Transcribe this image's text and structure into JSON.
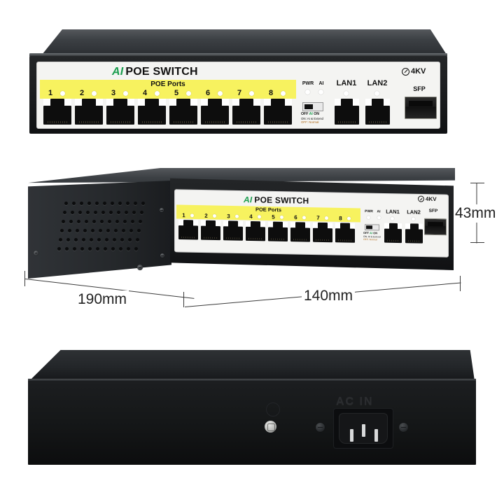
{
  "product": {
    "brand_ai": "AI",
    "brand_rest": "POE SWITCH",
    "poe_band_title": "POE Ports",
    "port_numbers": [
      "1",
      "2",
      "3",
      "4",
      "5",
      "6",
      "7",
      "8"
    ],
    "led_pwr": "PWR",
    "led_ai": "AI",
    "switch_off": "OFF",
    "switch_ai": "AI",
    "switch_on": "ON",
    "switch_note_on": "ON: AI & Extend",
    "switch_note_off": "OFF: Normal",
    "lan1": "LAN1",
    "lan2": "LAN2",
    "sfp": "SFP",
    "surge": "4KV",
    "ac_in": "AC IN"
  },
  "dimensions": {
    "depth": "190mm",
    "width": "140mm",
    "height": "43mm"
  },
  "views": {
    "front": "front-view",
    "angled": "angled-view",
    "rear": "rear-view"
  },
  "colors": {
    "poe_band": "#f7f25f",
    "brand_green": "#1a9d4e",
    "chassis": "#1b1d1f",
    "faceplate": "#f4f4f2",
    "background": "#ffffff"
  }
}
